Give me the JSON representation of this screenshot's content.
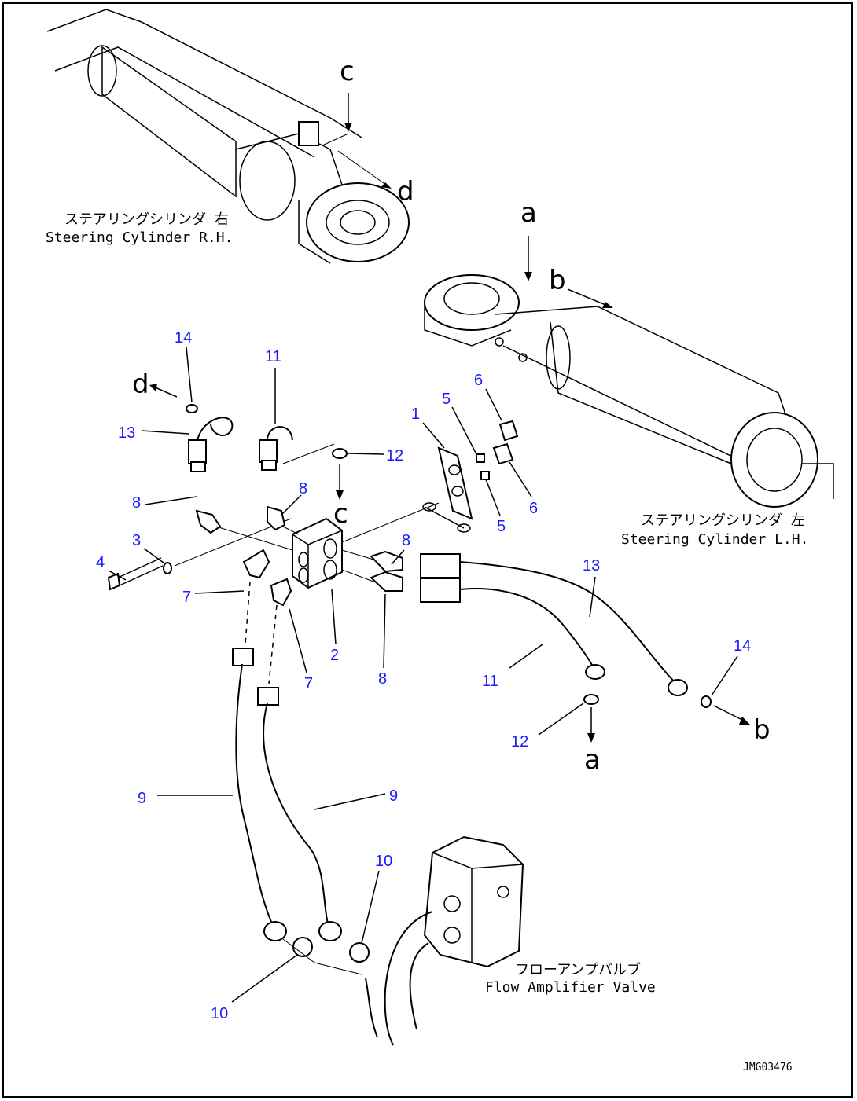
{
  "captions": {
    "rh_jp": "ステアリングシリンダ 右",
    "rh_en": "Steering Cylinder R.H.",
    "lh_jp": "ステアリングシリンダ 左",
    "lh_en": "Steering Cylinder L.H.",
    "valve_jp": "フローアンプバルブ",
    "valve_en": "Flow Amplifier Valve"
  },
  "letters": {
    "a": "a",
    "b": "b",
    "c": "c",
    "d": "d"
  },
  "part_numbers": [
    "1",
    "2",
    "3",
    "4",
    "5",
    "6",
    "7",
    "8",
    "9",
    "10",
    "11",
    "12",
    "13",
    "14"
  ],
  "drawing_code": "JMG03476"
}
